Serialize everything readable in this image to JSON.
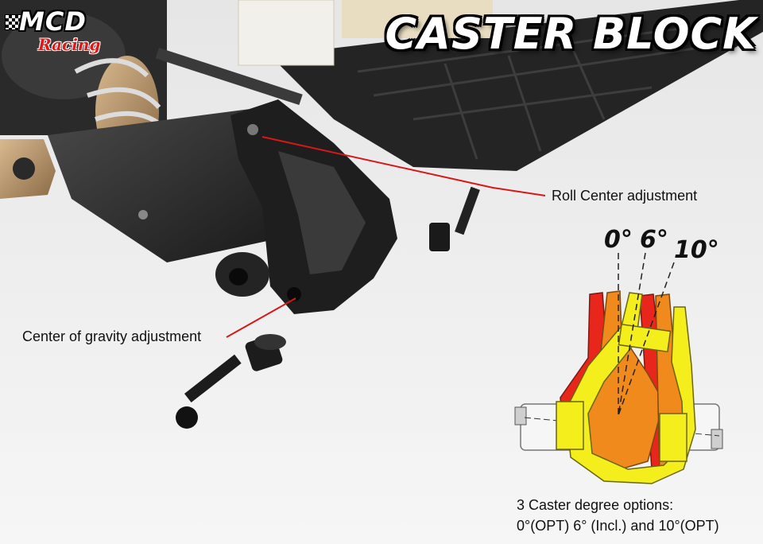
{
  "title": "CASTER BLOCK",
  "logo": {
    "main": "MCD",
    "sub": "Racing"
  },
  "callouts": {
    "roll_center": "Roll Center adjustment",
    "center_of_gravity": "Center of gravity adjustment"
  },
  "degrees": {
    "d0": "0°",
    "d6": "6°",
    "d10": "10°"
  },
  "caption": {
    "line1": "3 Caster degree options:",
    "line2": "0°(OPT)  6° (Incl.) and 10°(OPT)"
  },
  "colors": {
    "option_0": "#e8261c",
    "option_6": "#f08a1c",
    "option_10": "#f4ee1c",
    "callout_line": "#d81818"
  }
}
